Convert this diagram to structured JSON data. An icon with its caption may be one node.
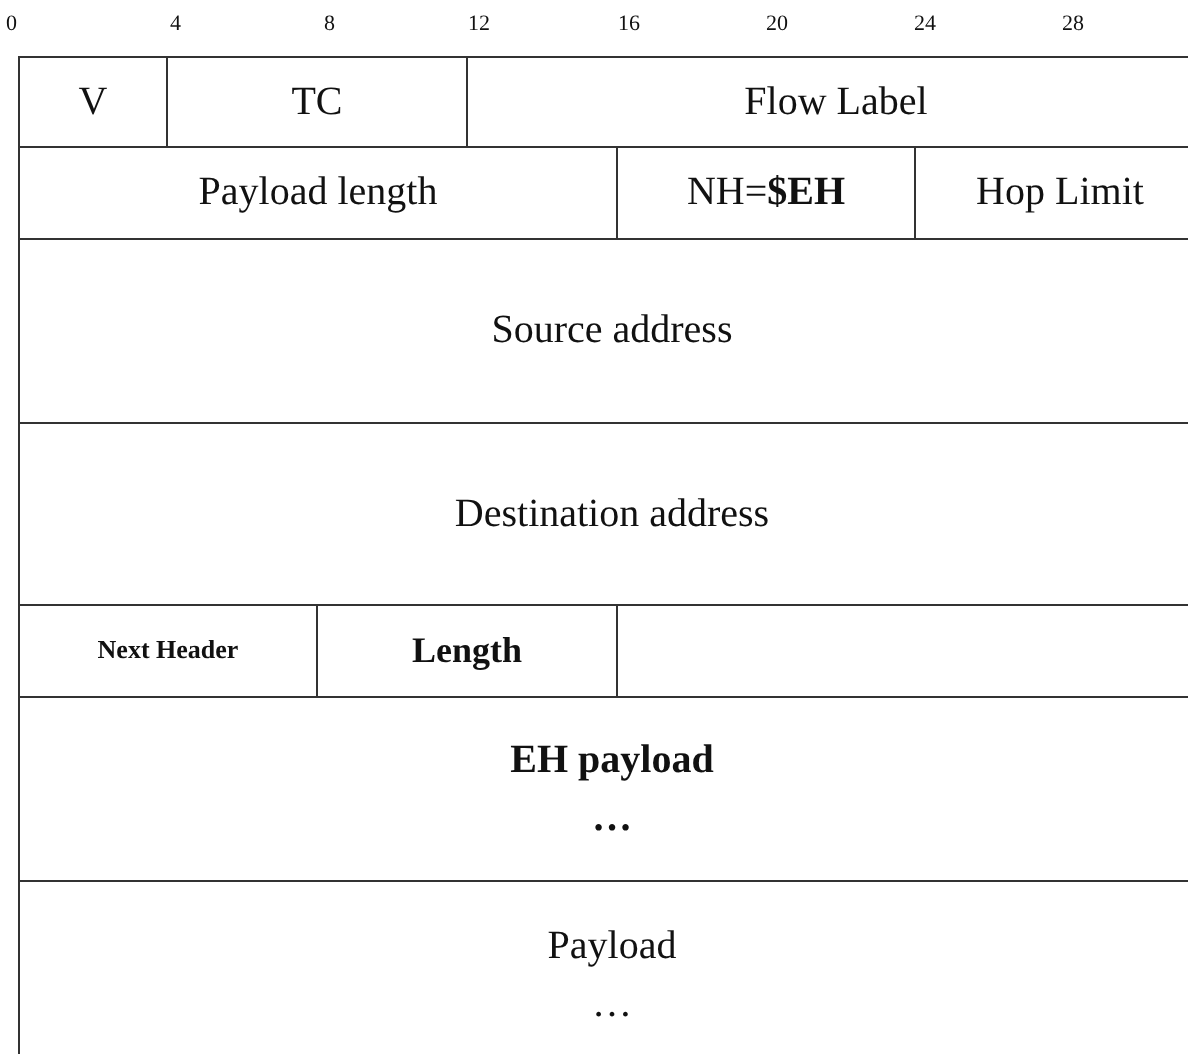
{
  "diagram": {
    "nodes": [
      {
        "text": [
          "V"
        ]
      },
      {
        "text": [
          "TC"
        ]
      },
      {
        "text": [
          "Flow Label"
        ]
      },
      {
        "text": [
          "Payload length"
        ]
      },
      {
        "text": [
          "NH=**$EH**"
        ]
      },
      {
        "text": [
          "Hop Limit"
        ]
      },
      {
        "text": [
          "Source address"
        ]
      },
      {
        "text": [
          "Destination address"
        ]
      },
      {
        "text": [
          "Next Header"
        ]
      },
      {
        "text": [
          "Length"
        ]
      },
      {
        "text": [
          "EH payload",
          "…"
        ]
      },
      {
        "text": [
          "Payload",
          "…"
        ]
      }
    ],
    "labels": [
      "0",
      "4",
      "8",
      "12",
      "16",
      "20",
      "24",
      "28"
    ]
  }
}
